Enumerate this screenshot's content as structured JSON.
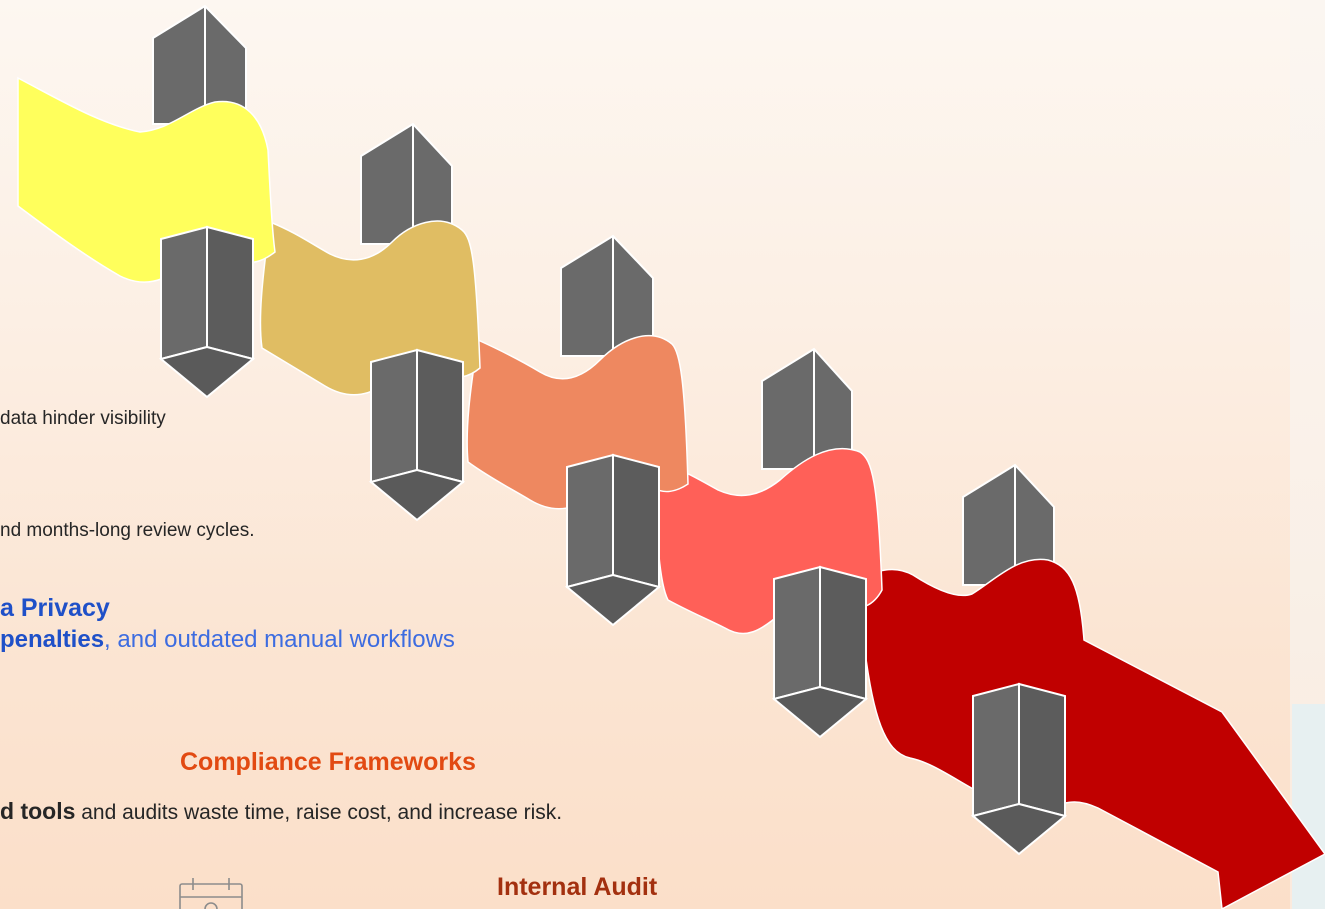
{
  "colors": {
    "stage1": "#ffff5c",
    "stage2": "#e0bd63",
    "stage3": "#ee8860",
    "stage4": "#ff6058",
    "stage5": "#c00000",
    "pillar": "#6b6b6b",
    "blue_heading": "#1f50c8",
    "orange_heading": "#e24a12",
    "brown_heading": "#a3300f"
  },
  "icons": [
    "calendar-icon"
  ],
  "text": {
    "line1": "data hinder visibility",
    "line2": "nd months-long review cycles.",
    "privacy_heading": "a Privacy",
    "privacy_bold": "penalties",
    "privacy_rest": ", and outdated manual workflows",
    "frameworks_heading": "Compliance Frameworks",
    "frameworks_bold": "d tools",
    "frameworks_rest": " and audits waste time, raise cost, and increase risk.",
    "audit_heading": "Internal Audit"
  }
}
